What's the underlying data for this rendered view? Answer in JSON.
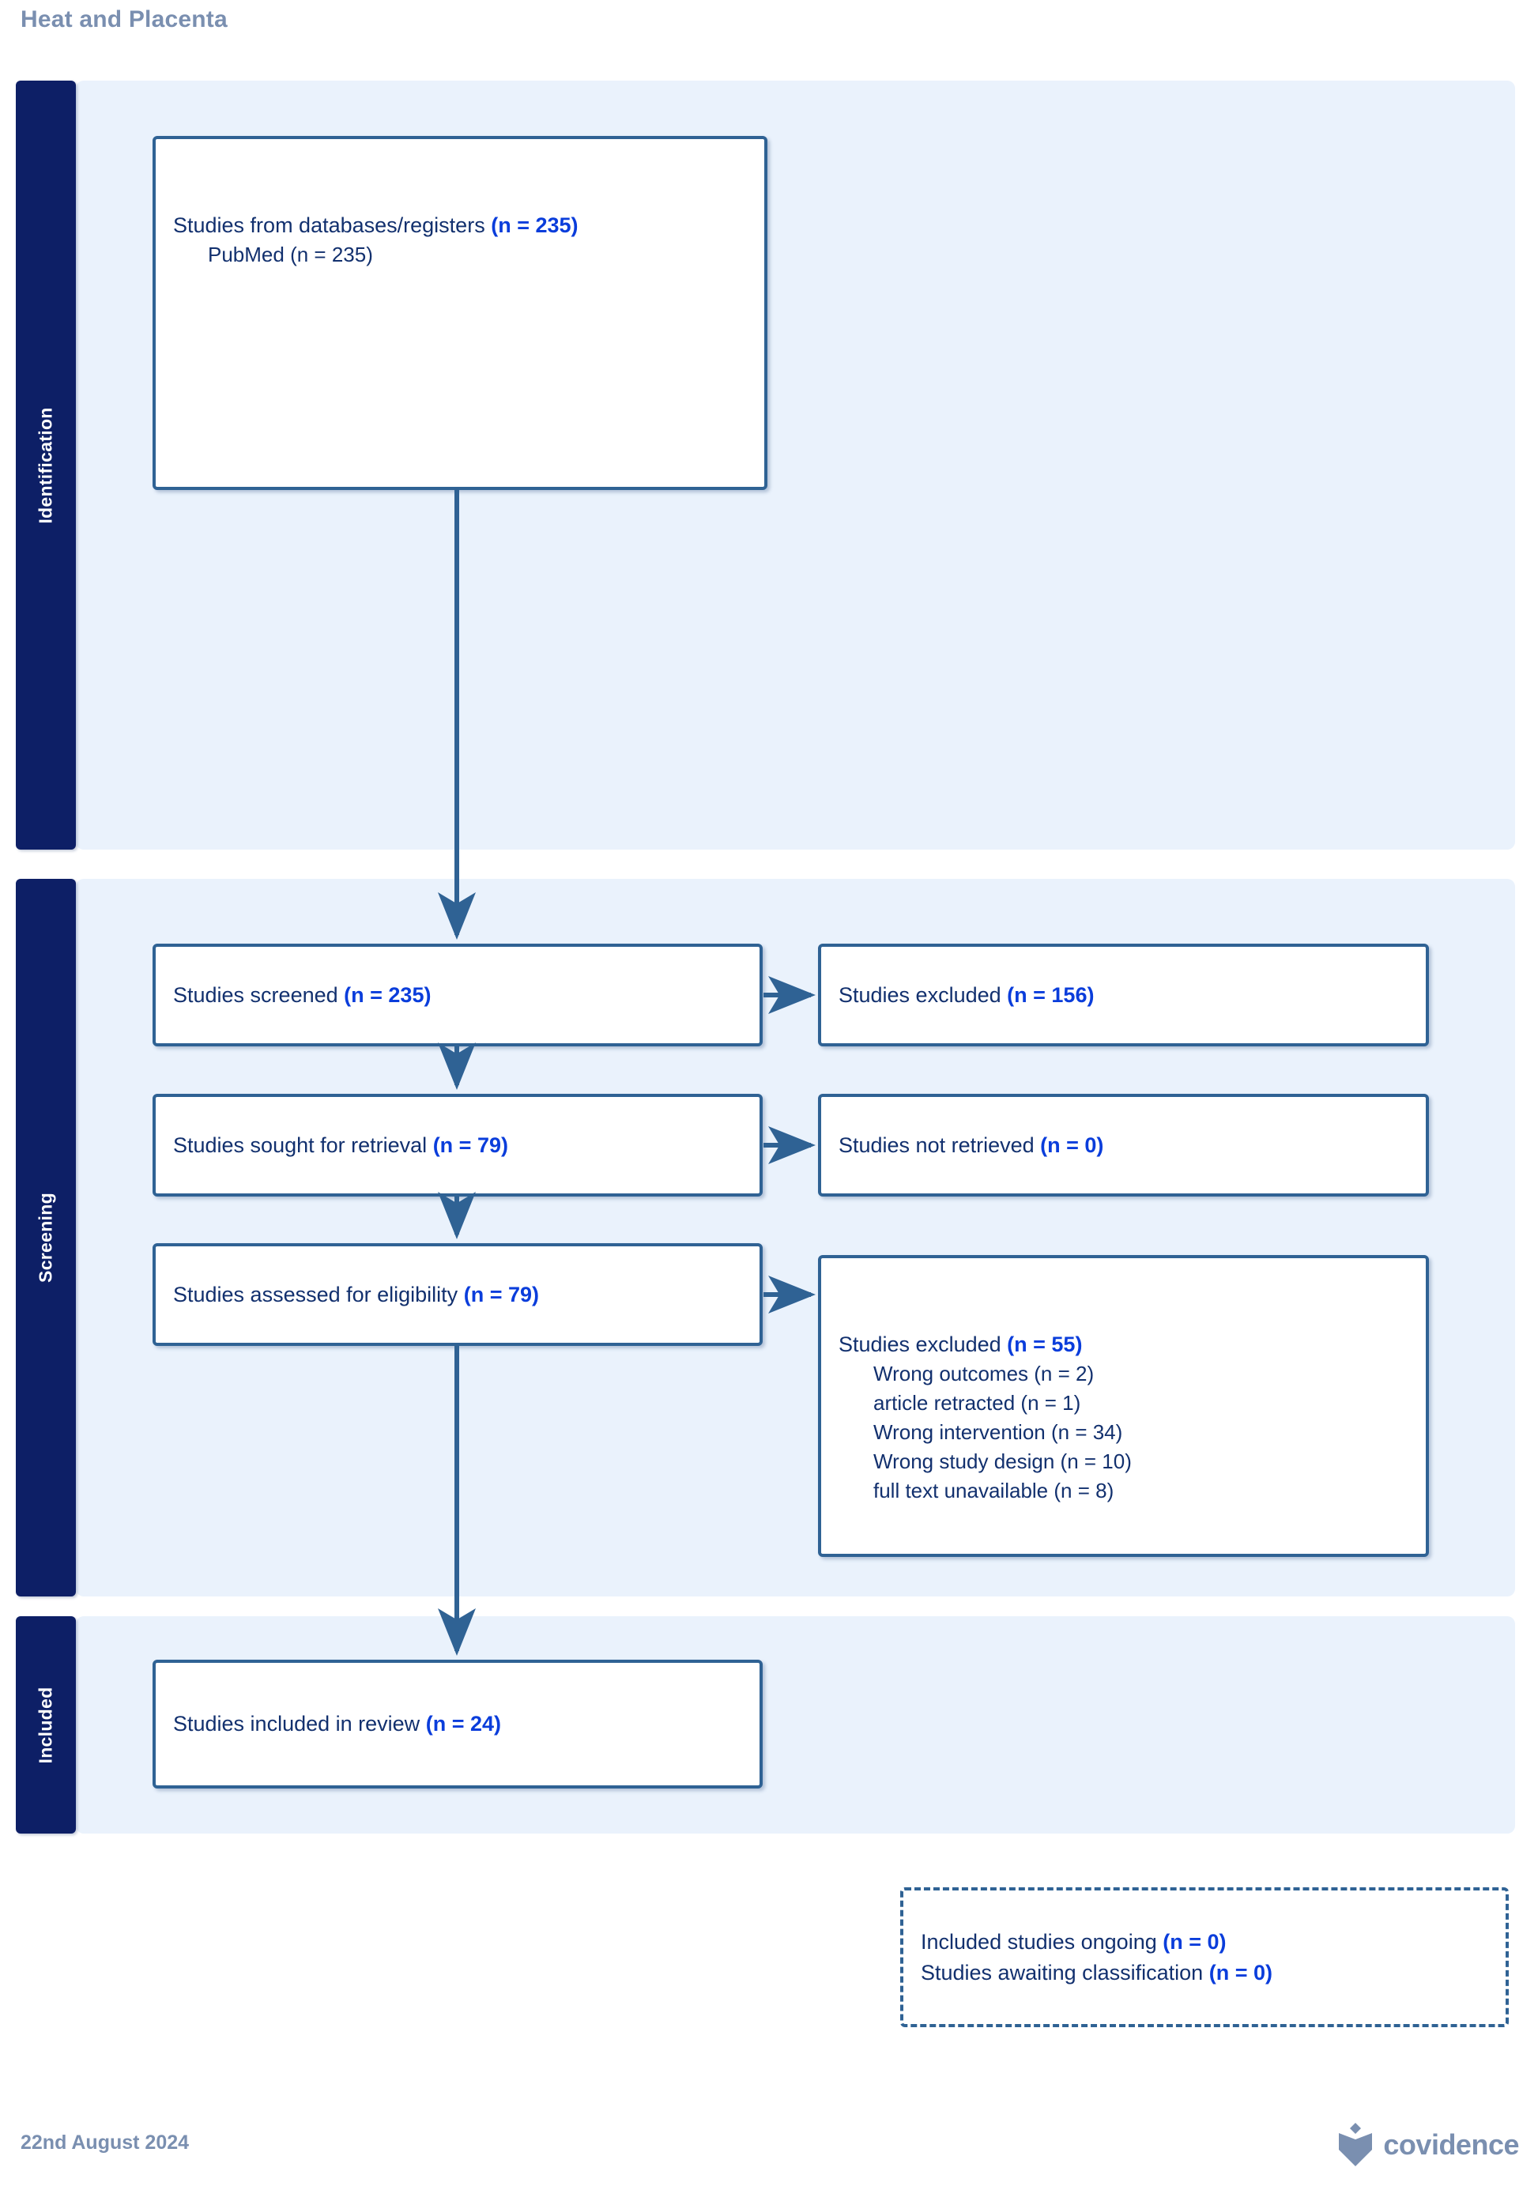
{
  "title": "Heat and Placenta",
  "stages": [
    {
      "key": "identification",
      "label": "Identification"
    },
    {
      "key": "screening",
      "label": "Screening"
    },
    {
      "key": "included",
      "label": "Included"
    }
  ],
  "boxes": {
    "identification_sources": {
      "label": "Studies from databases/registers",
      "count": "(n = 235)",
      "sub_lines": [
        "PubMed (n = 235)"
      ]
    },
    "studies_screened": {
      "label": "Studies screened",
      "count": "(n = 235)"
    },
    "studies_excluded_screen": {
      "label": "Studies excluded",
      "count": "(n = 156)"
    },
    "studies_sought": {
      "label": "Studies sought for retrieval",
      "count": "(n = 79)"
    },
    "studies_not_retrieved": {
      "label": "Studies not retrieved",
      "count": "(n = 0)"
    },
    "studies_assessed": {
      "label": "Studies assessed for eligibility",
      "count": "(n = 79)"
    },
    "studies_excluded_eligibility": {
      "label": "Studies excluded",
      "count": "(n = 55)",
      "reasons": [
        "Wrong outcomes (n = 2)",
        "article retracted (n = 1)",
        "Wrong intervention (n = 34)",
        "Wrong study design (n = 10)",
        "full text unavailable (n = 8)"
      ]
    },
    "studies_included": {
      "label": "Studies included in review",
      "count": "(n = 24)"
    },
    "other_status": {
      "line1_label": "Included studies ongoing",
      "line1_count": "(n = 0)",
      "line2_label": "Studies awaiting classification",
      "line2_count": "(n = 0)"
    }
  },
  "footer": {
    "date": "22nd August 2024",
    "logo_text": "covidence",
    "logo_icon": "covidence-shield-icon"
  },
  "colors": {
    "stage_tab": "#0d1f66",
    "panel_bg": "#eaf2fc",
    "box_border": "#2f6294",
    "label_text": "#12306e",
    "count_text": "#0a3ddb",
    "muted_text": "#7a8fb0"
  }
}
